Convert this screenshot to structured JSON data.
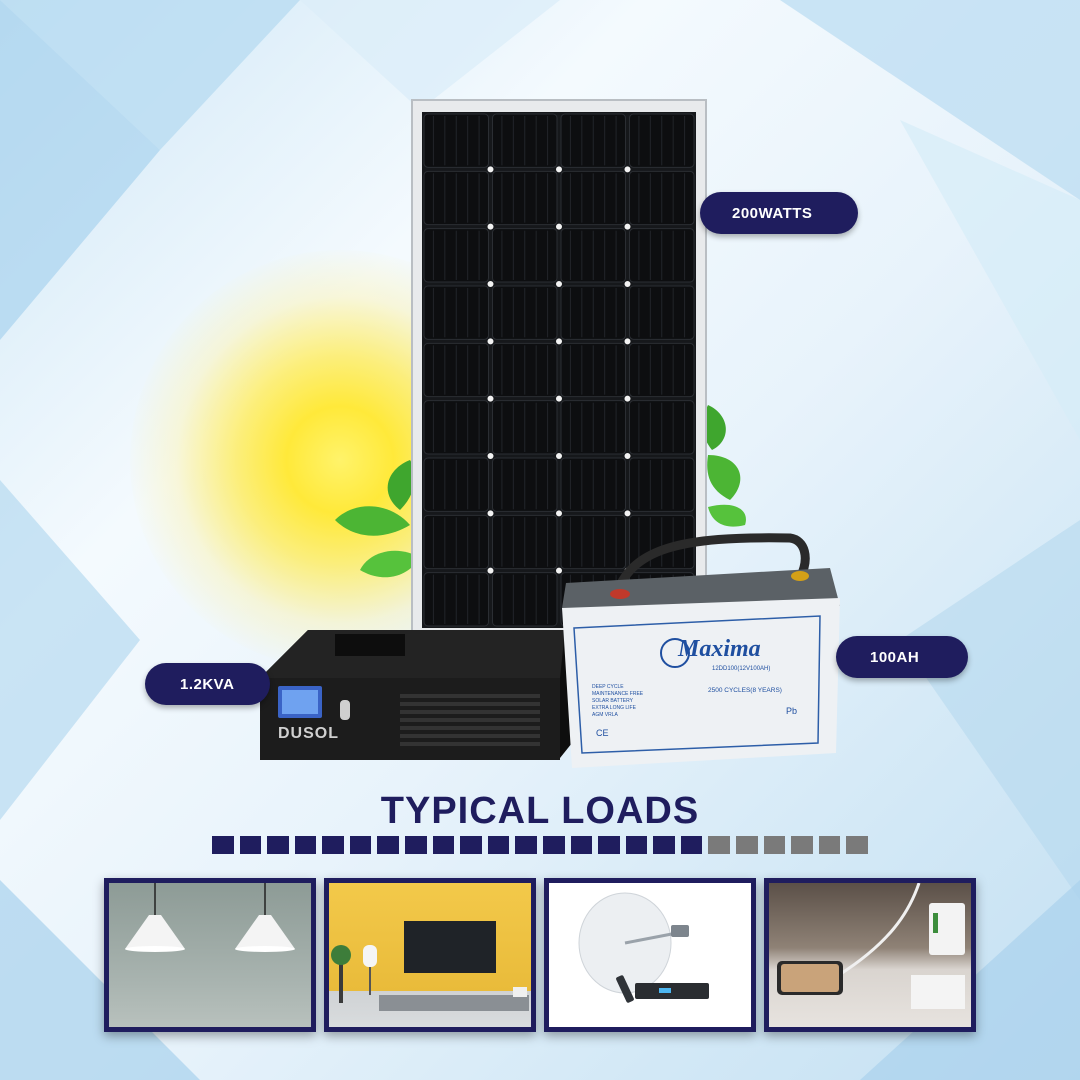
{
  "labels": {
    "panel": "200WATTS",
    "inverter": "1.2KVA",
    "battery": "100AH"
  },
  "section": {
    "title": "TYPICAL LOADS"
  },
  "progress": {
    "total": 24,
    "filled": 18,
    "filled_color": "#1f1d5e",
    "empty_color": "#7a7a7a"
  },
  "inverter": {
    "brand": "DUSOL"
  },
  "battery": {
    "brand": "Maxima",
    "model": "12DD100(12V100AH)",
    "cycles": "2500 CYCLES(8 YEARS)",
    "features": [
      "DEEP CYCLE",
      "MAINTENANCE FREE",
      "SOLAR BATTERY",
      "EXTRA LONG LIFE",
      "AGM VRLA"
    ],
    "ce": "CE",
    "pb": "Pb"
  },
  "loads": [
    {
      "name": "pendant-lamps"
    },
    {
      "name": "tv-living-room"
    },
    {
      "name": "satellite-dish-decoder"
    },
    {
      "name": "phone-charger"
    }
  ],
  "colors": {
    "navy": "#1f1d5e",
    "sun": "#ffe93a"
  }
}
